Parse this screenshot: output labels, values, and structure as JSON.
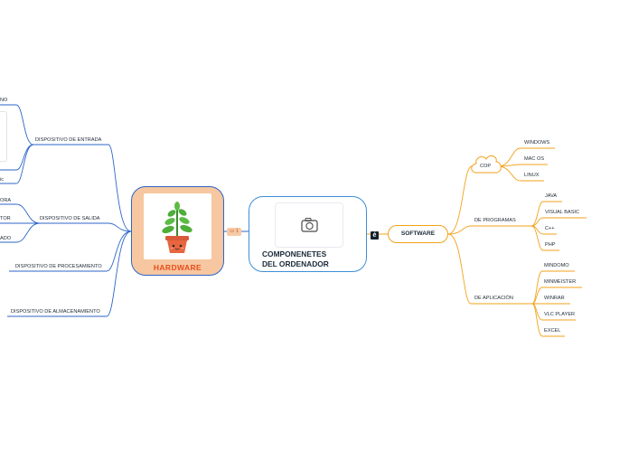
{
  "central": {
    "title_line1": "COMPONENETES",
    "title_line2": "DEL ORDENADOR",
    "image_icon": "camera-icon"
  },
  "hardware": {
    "title": "HARDWARE",
    "image_icon": "potted-plant-icon",
    "comment_count": "1",
    "branches": [
      {
        "label": "DISPOSITIVO DE ENTRADA",
        "children": [
          "NO",
          "ic"
        ]
      },
      {
        "label": "DISPOSITIVO DE SALIDA",
        "children": [
          "ORA",
          "TOR",
          "ADO"
        ]
      },
      {
        "label": "DISPOSITIVO DE PROCESAMIENTO",
        "children": []
      },
      {
        "label": "DISPOSITIVO DE ALMACENAMIENTO",
        "children": []
      }
    ]
  },
  "software": {
    "title": "SOFTWARE",
    "note_icon": "note-icon",
    "branches": [
      {
        "label": "COP",
        "children": [
          "WINDOWS",
          "MAC OS",
          "LINUX"
        ]
      },
      {
        "label": "DE PROGRAMAS",
        "children": [
          "JAVA",
          "VISUAL BASIC",
          "C++",
          "PHP"
        ]
      },
      {
        "label": "DE APLICACIÓN",
        "children": [
          "MINDOMO",
          "MINMEISTER",
          "WINRAR",
          "VLC PLAYER",
          "EXCEL"
        ]
      }
    ]
  },
  "colors": {
    "hardware_line": "#2c66c9",
    "software_line": "#f2a21a",
    "central_border": "#3d8fd6",
    "hardware_fill": "#f6c7a0",
    "hardware_title": "#ea4d1c"
  }
}
